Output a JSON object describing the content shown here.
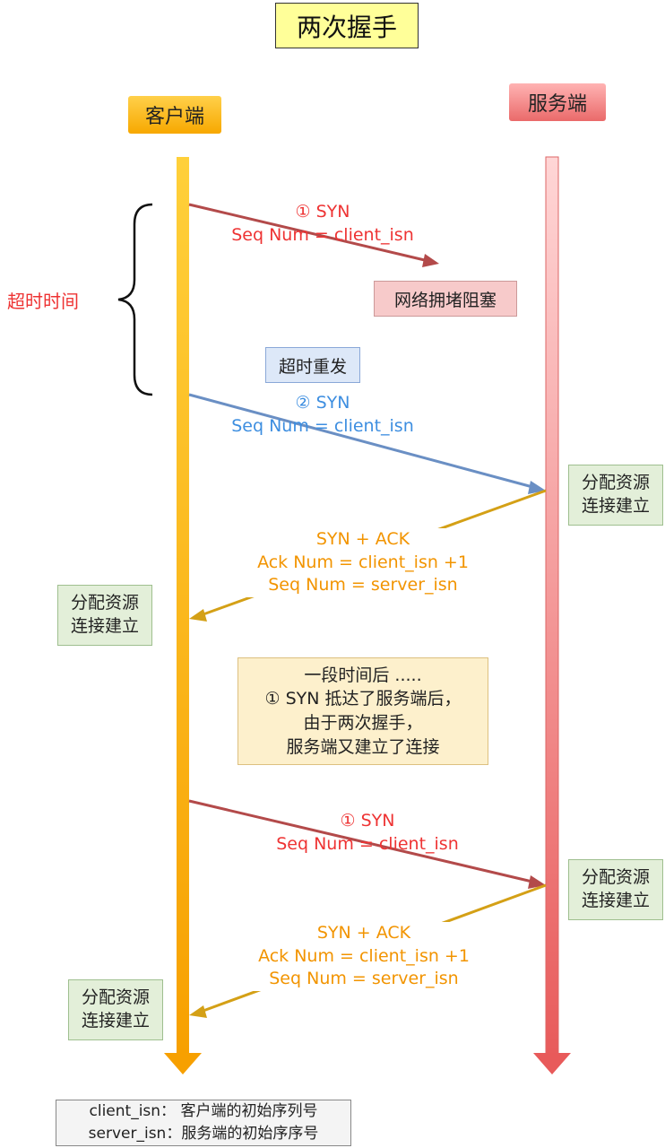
{
  "title": "两次握手",
  "client_label": "客户端",
  "server_label": "服务端",
  "timeout_label": "超时时间",
  "messages": [
    {
      "line1": "① SYN",
      "line2": "Seq Num = client_isn"
    },
    {
      "line1": "② SYN",
      "line2": "Seq Num = client_isn"
    },
    {
      "line1": "SYN + ACK",
      "line2": "Ack Num =  client_isn +1",
      "line3": "Seq Num = server_isn"
    },
    {
      "line1": "① SYN",
      "line2": "Seq Num = client_isn"
    },
    {
      "line1": "SYN + ACK",
      "line2": "Ack Num =  client_isn +1",
      "line3": "Seq Num = server_isn"
    }
  ],
  "network_block": "网络拥堵阻塞",
  "retransmit": "超时重发",
  "alloc": {
    "line1": "分配资源",
    "line2": "连接建立"
  },
  "note": {
    "line1": "一段时间后 .....",
    "line2": "① SYN 抵达了服务端后，",
    "line3": "由于两次握手，",
    "line4": "服务端又建立了连接"
  },
  "legend": {
    "line1": "client_isn：  客户端的初始序列号",
    "line2": "server_isn：服务端的初始序序号"
  },
  "colors": {
    "client_line": "#f7a800",
    "server_line": "#ea6a6a",
    "syn_red": "#b34a4a",
    "syn_blue": "#6a8fc4",
    "synack": "#d4a016"
  }
}
